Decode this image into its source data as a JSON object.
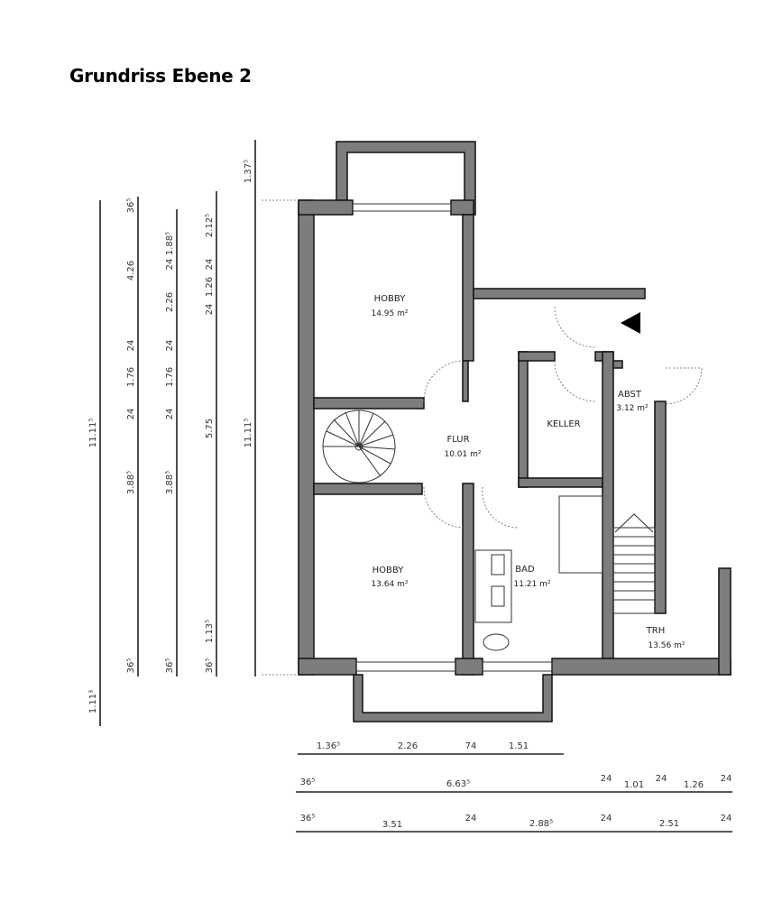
{
  "title": "Grundriss Ebene 2",
  "rooms": [
    {
      "name": "HOBBY",
      "area": "14.95 m²"
    },
    {
      "name": "FLUR",
      "area": "10.01 m²"
    },
    {
      "name": "KELLER",
      "area": ""
    },
    {
      "name": "ABST",
      "area": "3.12 m²"
    },
    {
      "name": "HOBBY",
      "area": "13.64 m²"
    },
    {
      "name": "BAD",
      "area": "11.21 m²"
    },
    {
      "name": "TRH",
      "area": "13.56 m²"
    }
  ],
  "dimensions": {
    "left_col1": [
      "1.11³",
      "11.11⁵"
    ],
    "left_col2": [
      "36⁵",
      "4.26",
      "24",
      "1.76",
      "24",
      "3.88⁵",
      "36⁵"
    ],
    "left_col3": [
      "1.88⁵",
      "24",
      "2.26",
      "24",
      "1.76",
      "24",
      "3.88⁵",
      "36⁵"
    ],
    "left_col4": [
      "2.12⁵",
      "24",
      "1.26",
      "24",
      "5.75",
      "1.13⁵",
      "36⁵"
    ],
    "left_col5": [
      "1.37⁵",
      "11.11⁵"
    ],
    "bottom_row1": [
      "1.36⁵",
      "2.26",
      "74",
      "1.51"
    ],
    "bottom_row2": [
      "36⁵",
      "6.63⁵",
      "24",
      "1.01",
      "24",
      "1.26",
      "24"
    ],
    "bottom_row3": [
      "36⁵",
      "3.51",
      "24",
      "2.88⁵",
      "24",
      "2.51",
      "24"
    ]
  }
}
